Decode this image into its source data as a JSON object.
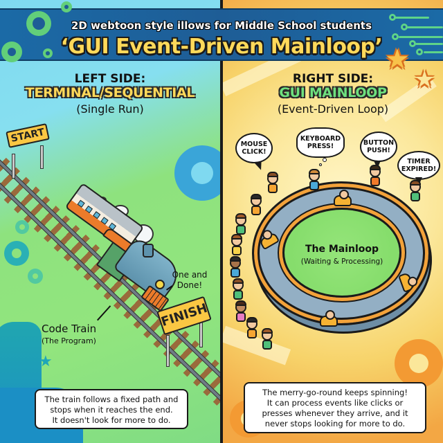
{
  "header": {
    "subtitle": "2D webtoon style illows for Middle School students",
    "title": "‘GUI Event-Driven Mainloop’"
  },
  "left": {
    "label": "LEFT SIDE:",
    "name": "TERMINAL/SEQUENTIAL",
    "sub": "(Single Run)",
    "start_sign": "START",
    "finish_sign": "FINISH",
    "one_and_done": [
      "One and",
      "Done!"
    ],
    "train_label": "Code Train",
    "train_sublabel": "(The Program)",
    "caption": [
      "The train follows a fixed path and",
      "stops when it reaches the end.",
      "It doesn't look for more to do."
    ]
  },
  "right": {
    "label": "RIGHT SIDE:",
    "name": "GUI MAINLOOP",
    "sub": "(Event-Driven Loop)",
    "bubbles": [
      {
        "line1": "MOUSE",
        "line2": "CLICK!"
      },
      {
        "line1": "KEYBOARD",
        "line2": "PRESS!"
      },
      {
        "line1": "BUTTON",
        "line2": "PUSH!"
      },
      {
        "line1": "TIMER",
        "line2": "EXPIRED!"
      }
    ],
    "loop_title": "The Mainloop",
    "loop_sub": "(Waiting & Processing)",
    "caption": [
      "The merry-go-round keeps spinning!",
      "It can process events like clicks or",
      "presses whenever they arrive, and it",
      "never stops looking for more to do."
    ]
  },
  "colors": {
    "banner": "#1e5d96",
    "title_yellow": "#ffd95a",
    "mainloop_green": "#6ee07e",
    "left_sky": "#7fd9f0",
    "left_grass": "#8ee27e",
    "right_bg": "#fbe79a",
    "right_orange": "#f3a744"
  },
  "icons": [
    "gear-icon",
    "circuit-icon",
    "star-icon",
    "speech-bubble-icon",
    "train-icon",
    "car-icon"
  ]
}
